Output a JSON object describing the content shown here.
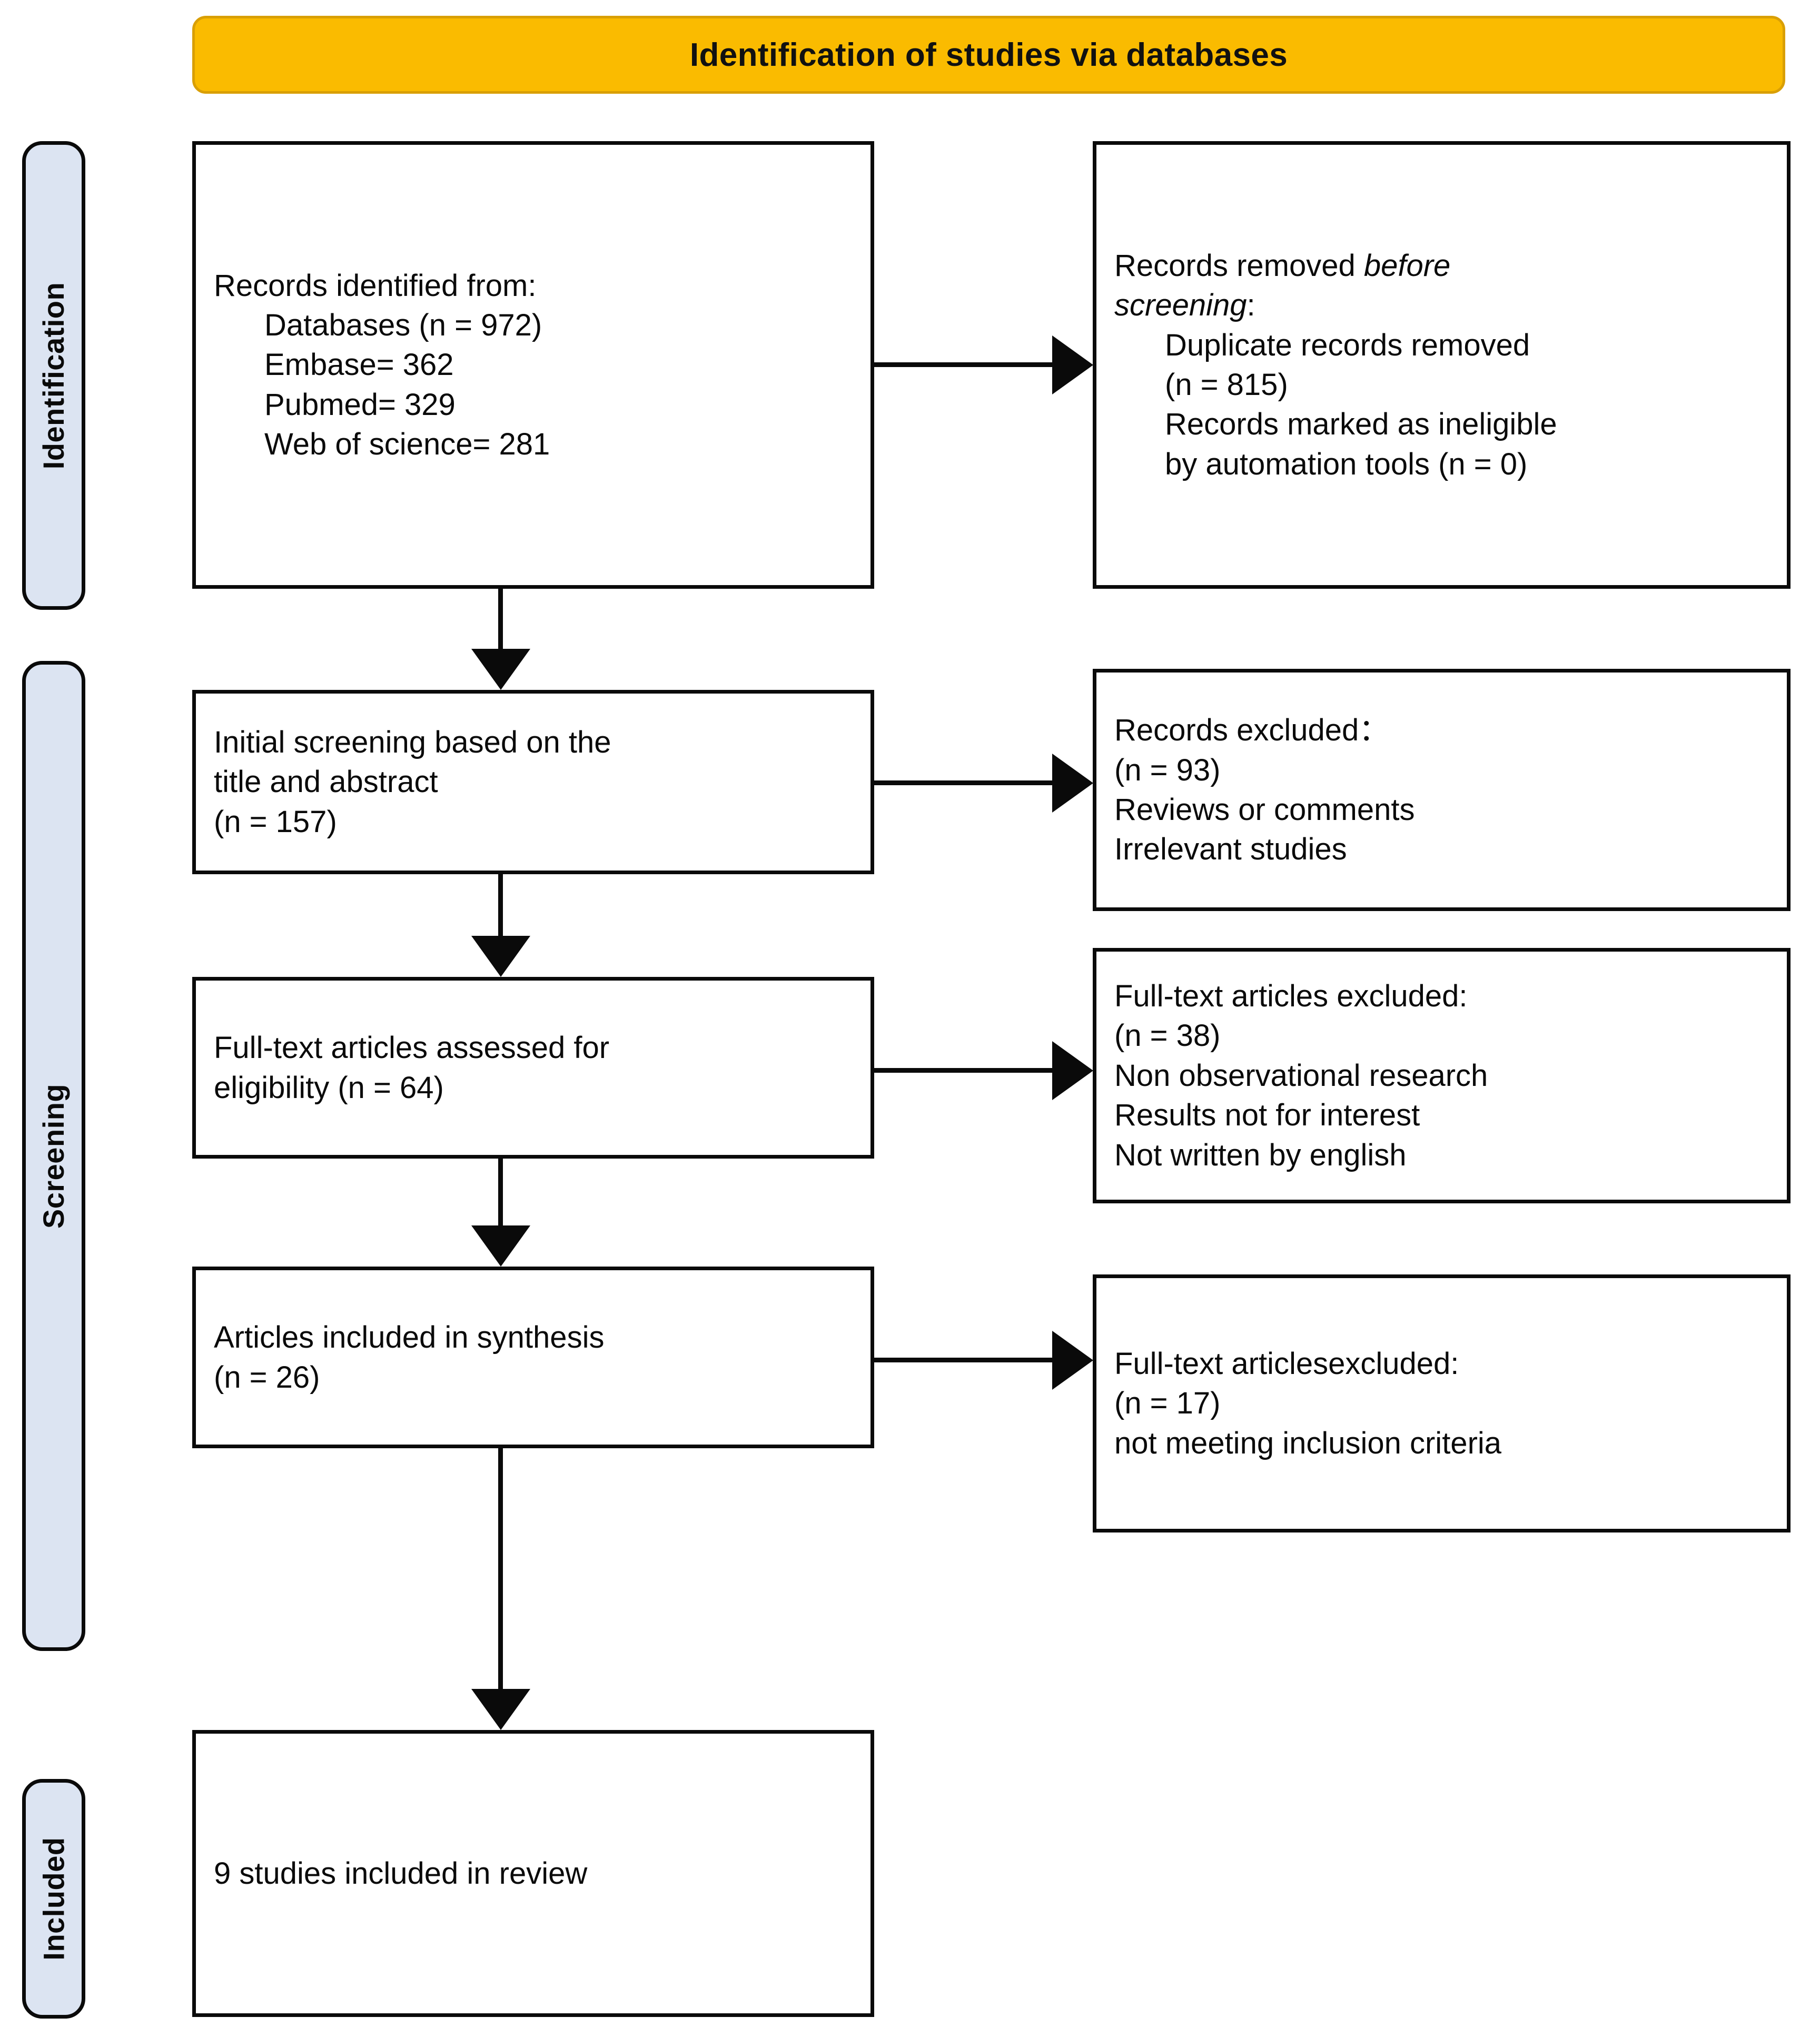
{
  "diagram": {
    "title": "Identification of studies via databases"
  },
  "stages": [
    {
      "id": "identification",
      "label": "Identification"
    },
    {
      "id": "screening",
      "label": "Screening"
    },
    {
      "id": "included",
      "label": "Included"
    }
  ],
  "boxes": {
    "identified": {
      "lines": [
        "Records identified from:",
        "Databases (n = 972)",
        "Embase= 362",
        "Pubmed= 329",
        "Web of science= 281"
      ]
    },
    "removed_before": {
      "line1_prefix": "Records removed ",
      "line1_italic": "before",
      "line2_italic": "screening",
      "line2_suffix": ":",
      "lines": [
        "Duplicate records removed",
        "(n = 815)",
        "Records marked as ineligible",
        "by automation tools (n = 0)"
      ]
    },
    "initial_screening": {
      "lines": [
        "Initial screening based on the",
        "title and abstract",
        "(n = 157)"
      ]
    },
    "records_excluded": {
      "lines": [
        "Records excluded：",
        "(n = 93)",
        "Reviews or comments",
        "Irrelevant studies"
      ]
    },
    "fulltext_assessed": {
      "lines": [
        "Full-text articles assessed for",
        "eligibility (n = 64)"
      ]
    },
    "fulltext_excluded_1": {
      "lines": [
        "Full-text articles excluded:",
        "(n = 38)",
        "Non observational research",
        "Results not for interest",
        "Not written by english"
      ]
    },
    "included_synthesis": {
      "lines": [
        "Articles included in synthesis",
        "(n = 26)"
      ]
    },
    "fulltext_excluded_2": {
      "lines": [
        "Full-text articlesexcluded:",
        "(n = 17)",
        "not meeting inclusion criteria"
      ]
    },
    "studies_review": {
      "lines": [
        "9 studies included in review"
      ]
    }
  },
  "colors": {
    "banner_fill": "#FABB00",
    "banner_border": "#D99F05",
    "stage_pill_fill": "#DCE4F2",
    "outline": "#0A0A0A",
    "box_fill": "#FFFFFF"
  },
  "counts": {
    "databases_total": 972,
    "embase": 362,
    "pubmed": 329,
    "web_of_science": 281,
    "duplicates_removed": 815,
    "ineligible_automation": 0,
    "screened": 157,
    "records_excluded": 93,
    "fulltext_assessed": 64,
    "fulltext_excluded_1": 38,
    "included_synthesis": 26,
    "fulltext_excluded_2": 17,
    "studies_in_review": 9
  }
}
